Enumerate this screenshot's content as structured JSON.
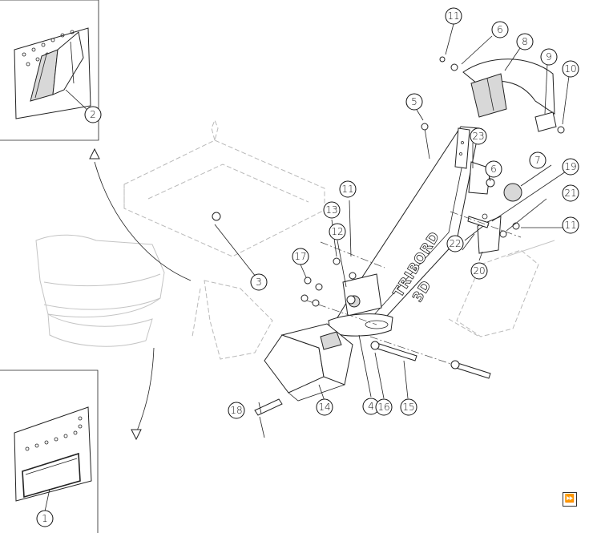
{
  "diagram": {
    "callouts": [
      {
        "id": "c11a",
        "label": "11"
      },
      {
        "id": "c6a",
        "label": "6"
      },
      {
        "id": "c8",
        "label": "8"
      },
      {
        "id": "c9",
        "label": "9"
      },
      {
        "id": "c10",
        "label": "10"
      },
      {
        "id": "c5",
        "label": "5"
      },
      {
        "id": "c23",
        "label": "23"
      },
      {
        "id": "c6b",
        "label": "6"
      },
      {
        "id": "c7",
        "label": "7"
      },
      {
        "id": "c19",
        "label": "19"
      },
      {
        "id": "c11b",
        "label": "11"
      },
      {
        "id": "c13",
        "label": "13"
      },
      {
        "id": "c21",
        "label": "21"
      },
      {
        "id": "c11c",
        "label": "11"
      },
      {
        "id": "c12",
        "label": "12"
      },
      {
        "id": "c22",
        "label": "22"
      },
      {
        "id": "c17",
        "label": "17"
      },
      {
        "id": "c20",
        "label": "20"
      },
      {
        "id": "c3",
        "label": "3"
      },
      {
        "id": "c2",
        "label": "2"
      },
      {
        "id": "c18",
        "label": "18"
      },
      {
        "id": "c14",
        "label": "14"
      },
      {
        "id": "c4",
        "label": "4"
      },
      {
        "id": "c16",
        "label": "16"
      },
      {
        "id": "c15",
        "label": "15"
      },
      {
        "id": "c1",
        "label": "1"
      }
    ],
    "brand_text": "TRIBORD",
    "brand_sub": "3D"
  },
  "controls": {
    "next_icon": "fast-forward-icon",
    "next_glyph": "⏩"
  }
}
